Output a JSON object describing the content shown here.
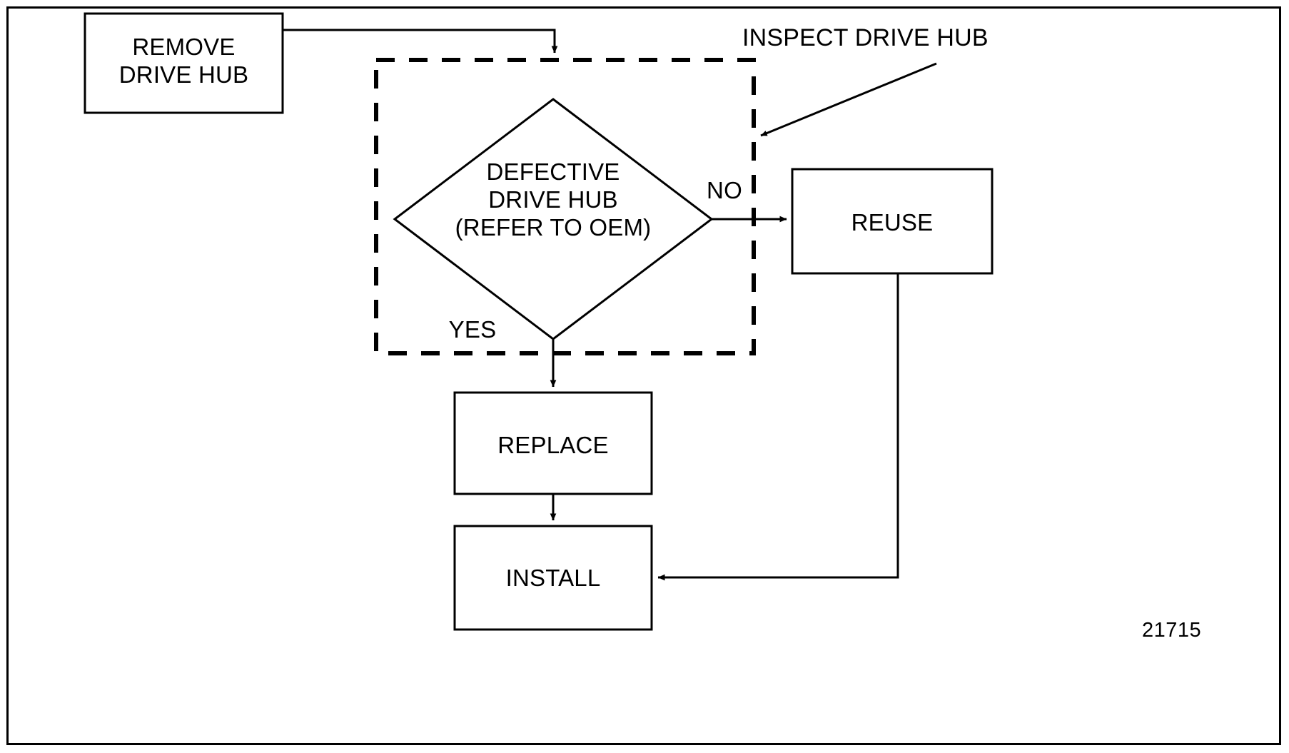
{
  "diagram": {
    "title_annotation": "INSPECT DRIVE HUB",
    "drawing_number": "21715",
    "colors": {
      "stroke": "#000000",
      "background": "#ffffff"
    },
    "nodes": {
      "remove": {
        "label": "REMOVE\nDRIVE HUB",
        "shape": "rectangle"
      },
      "decision": {
        "label": "DEFECTIVE\nDRIVE HUB\n(REFER TO OEM)",
        "shape": "diamond"
      },
      "reuse": {
        "label": "REUSE",
        "shape": "rectangle"
      },
      "replace": {
        "label": "REPLACE",
        "shape": "rectangle"
      },
      "install": {
        "label": "INSTALL",
        "shape": "rectangle"
      }
    },
    "edge_labels": {
      "no": "NO",
      "yes": "YES"
    },
    "group": {
      "name": "INSPECT DRIVE HUB",
      "style": "dashed"
    }
  }
}
